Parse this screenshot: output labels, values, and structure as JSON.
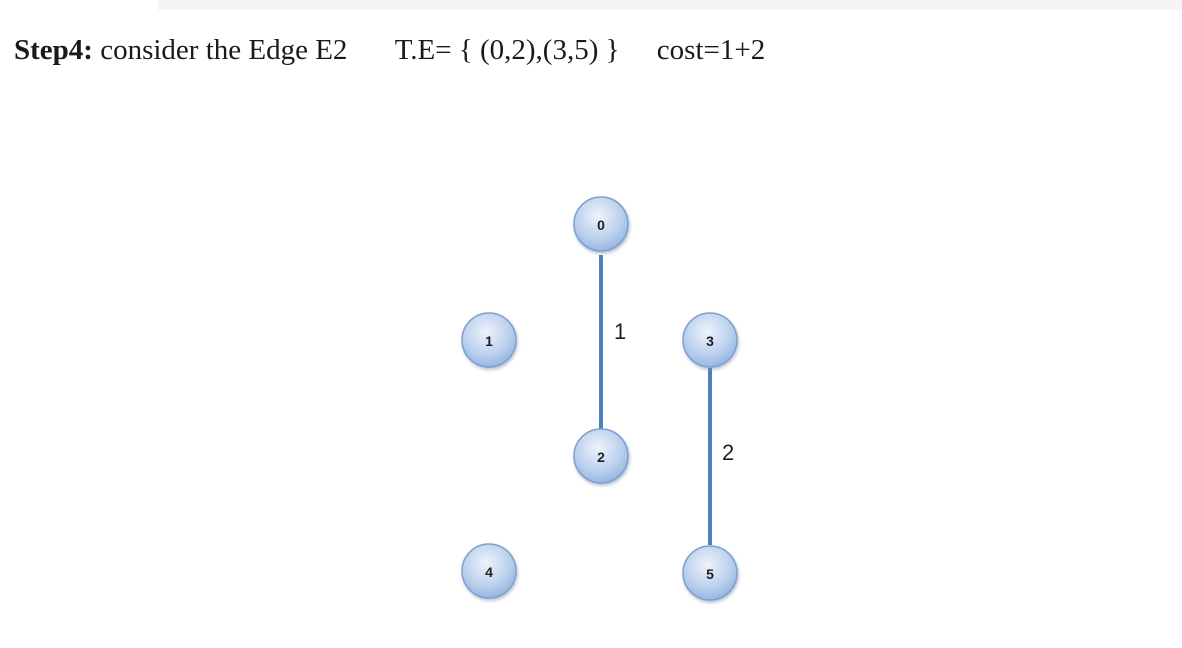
{
  "heading": {
    "step_label": "Step4:",
    "description": "consider the Edge E2",
    "tree_edges": "T.E= { (0,2),(3,5) }",
    "cost": "cost=1+2"
  },
  "graph": {
    "nodes": [
      {
        "id": "0",
        "label": "0"
      },
      {
        "id": "1",
        "label": "1"
      },
      {
        "id": "2",
        "label": "2"
      },
      {
        "id": "3",
        "label": "3"
      },
      {
        "id": "4",
        "label": "4"
      },
      {
        "id": "5",
        "label": "5"
      }
    ],
    "edges": [
      {
        "from": "0",
        "to": "2",
        "weight": "1"
      },
      {
        "from": "3",
        "to": "5",
        "weight": "2"
      }
    ]
  },
  "colors": {
    "edge": "#4f81bd",
    "node_fill_top": "#e3ecf9",
    "node_fill_bottom": "#97b9e6",
    "node_stroke": "#7f9fcf"
  }
}
